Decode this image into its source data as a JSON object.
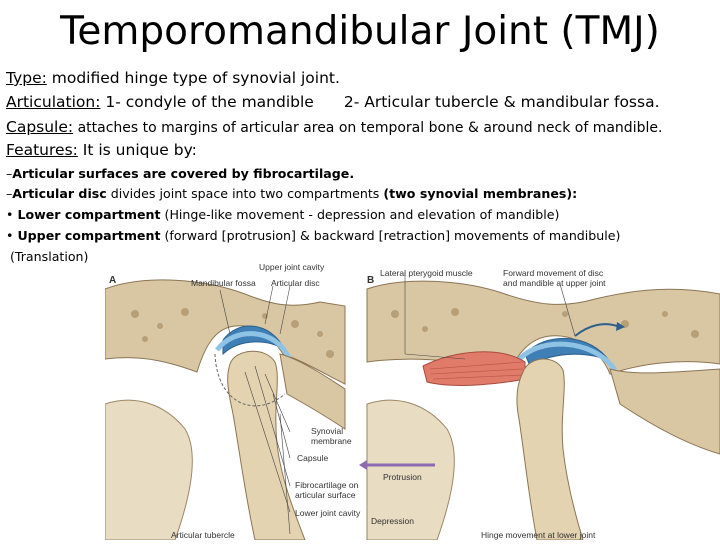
{
  "title": "Temporomandibular Joint (TMJ)",
  "type_line": {
    "label": "Type:",
    "text": " modified hinge type of synovial joint."
  },
  "articulation_line": {
    "label": "Articulation:",
    "part1": "  1- condyle of the mandible",
    "part2": "2- Articular tubercle & mandibular fossa."
  },
  "capsule_line": {
    "label": "Capsule:",
    "text": " attaches to margins of articular area on temporal bone & around neck of mandible."
  },
  "features_line": {
    "label": "Features:",
    "text": " It is unique by:"
  },
  "bullets": {
    "b1": {
      "prefix": "–",
      "bold": "Articular surfaces are covered by fibrocartilage.",
      "rest": ""
    },
    "b2": {
      "prefix": "–",
      "bold1": "Articular disc",
      "mid": " divides joint space into two compartments ",
      "bold2": "(two synovial membranes):"
    },
    "b3": {
      "prefix": "• ",
      "bold": "Lower compartment",
      "rest": "  (Hinge-like movement - depression and elevation of mandible)"
    },
    "b4": {
      "prefix": "• ",
      "bold": "Upper compartment",
      "rest": " (forward [protrusion] & backward [retraction] movements of mandibule)"
    },
    "b5": {
      "text": "(Translation)"
    }
  },
  "figure": {
    "panel_a": "A",
    "panel_b": "B",
    "labels": {
      "mandibular_fossa": "Mandibular fossa",
      "upper_joint_cavity": "Upper joint cavity",
      "articular_disc": "Articular disc",
      "lateral_pterygoid": "Lateral pterygoid muscle",
      "forward_movement_line1": "Forward movement of disc",
      "forward_movement_line2": "and mandible at upper joint",
      "synovial_membrane_line1": "Synovial",
      "synovial_membrane_line2": "membrane",
      "capsule": "Capsule",
      "fibrocartilage_line1": "Fibrocartilage on",
      "fibrocartilage_line2": "articular surface",
      "lower_joint_cavity": "Lower joint cavity",
      "protrusion": "Protrusion",
      "depression": "Depression",
      "articular_tubercle": "Articular tubercle",
      "hinge_movement": "Hinge movement at lower joint"
    }
  }
}
